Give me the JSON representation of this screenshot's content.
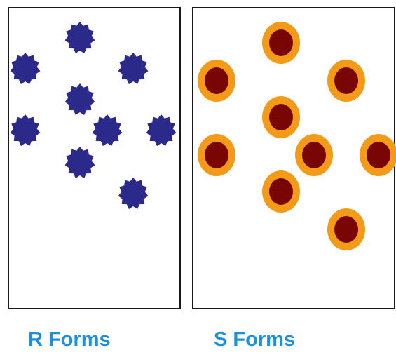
{
  "colors": {
    "r_cell": "#2b2a8a",
    "s_capsule": "#f39a19",
    "s_core": "#7a0505",
    "border": "#1a1a1a",
    "caption": "#1e90d8"
  },
  "panels": {
    "r": {
      "label": "R Forms",
      "cell_shape": "spiky-round-cell-icon",
      "cell_count": 9
    },
    "s": {
      "label": "S Forms",
      "cell_shape": "capsule-cell-icon",
      "cell_count": 9
    }
  }
}
